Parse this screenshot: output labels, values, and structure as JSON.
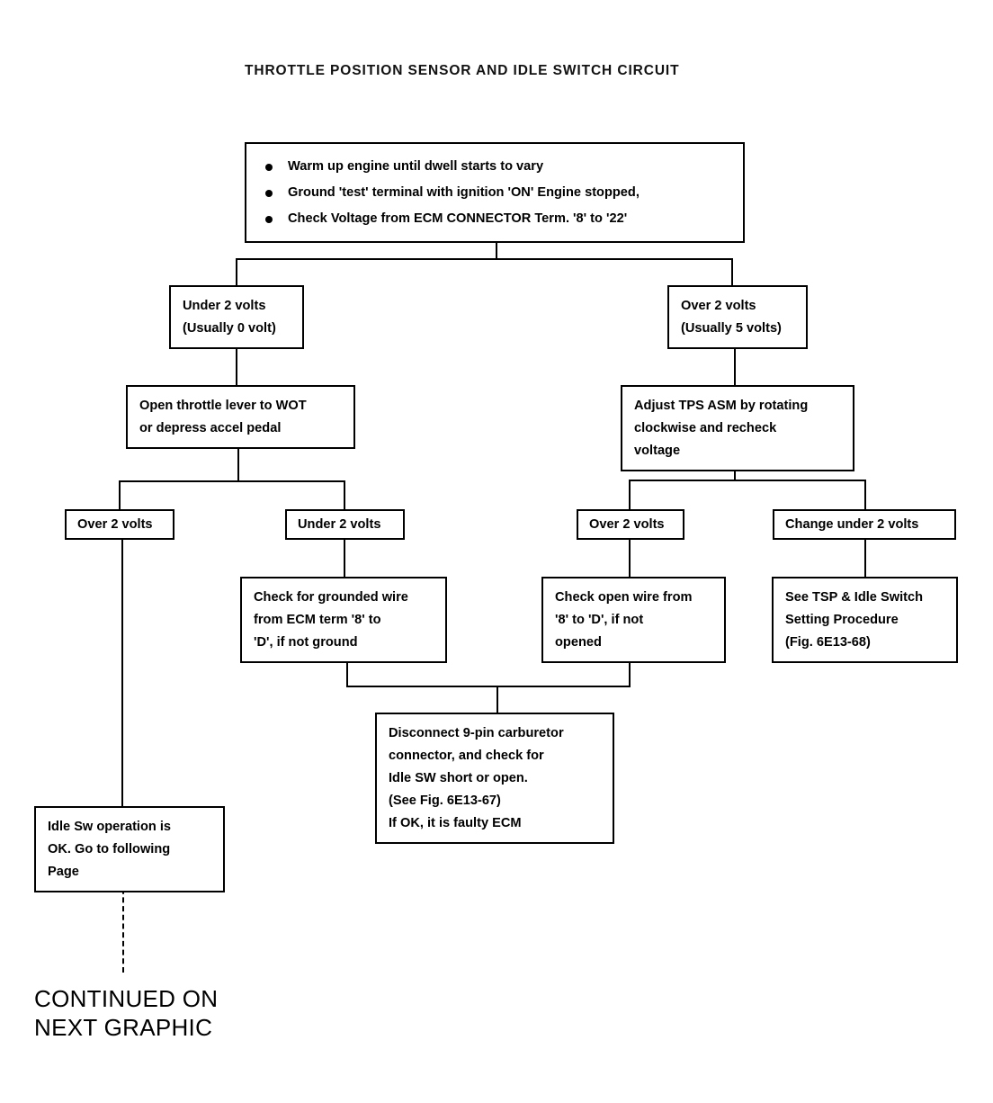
{
  "title": "THROTTLE POSITION SENSOR AND IDLE SWITCH CIRCUIT",
  "footer": {
    "line1": "CONTINUED ON",
    "line2": "NEXT GRAPHIC"
  },
  "nodes": {
    "start": {
      "bullets": [
        "Warm up engine until dwell starts to vary",
        "Ground 'test' terminal with ignition 'ON' Engine stopped,",
        "Check Voltage from ECM CONNECTOR Term. '8' to '22'"
      ]
    },
    "under2_top": {
      "line1": "Under 2 volts",
      "line2": "(Usually 0 volt)"
    },
    "over2_top": {
      "line1": "Over 2 volts",
      "line2": "(Usually 5 volts)"
    },
    "open_throttle": {
      "line1": "Open throttle lever to WOT",
      "line2": "or depress accel pedal"
    },
    "adjust_tps": {
      "line1": "Adjust TPS ASM by rotating",
      "line2": "clockwise and recheck",
      "line3": "voltage"
    },
    "over2_left": {
      "line1": "Over 2 volts"
    },
    "under2_left": {
      "line1": "Under 2 volts"
    },
    "over2_right": {
      "line1": "Over 2 volts"
    },
    "change_under2": {
      "line1": "Change under 2 volts"
    },
    "check_grounded": {
      "line1": "Check for grounded wire",
      "line2": "from ECM term '8' to",
      "line3": "'D', if not ground"
    },
    "check_open": {
      "line1": "Check open wire from",
      "line2": "'8' to 'D', if not",
      "line3": "opened"
    },
    "see_tsp": {
      "line1": "See TSP & Idle Switch",
      "line2": "Setting Procedure",
      "line3": "(Fig. 6E13-68)"
    },
    "disconnect": {
      "line1": "Disconnect 9-pin carburetor",
      "line2": "connector, and check for",
      "line3": "Idle SW short or open.",
      "line4": "(See Fig. 6E13-67)",
      "line5": "If OK, it is faulty ECM"
    },
    "idle_ok": {
      "line1": "Idle Sw operation is",
      "line2": "OK.  Go to following",
      "line3": "Page"
    }
  }
}
